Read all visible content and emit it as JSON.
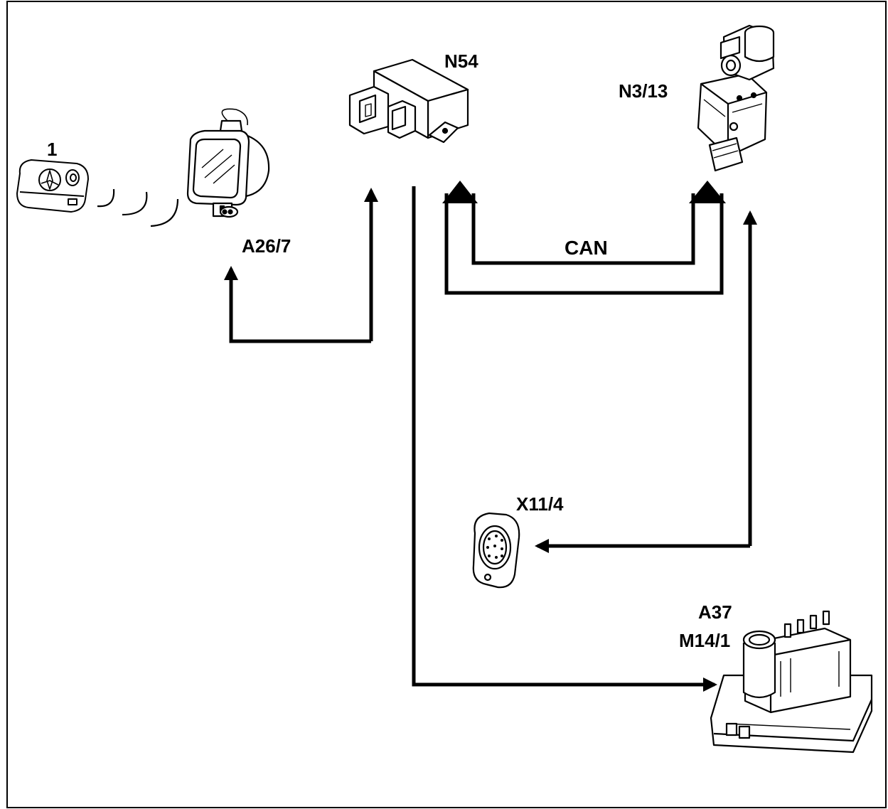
{
  "labels": {
    "key": "1",
    "mirror": "A26/7",
    "control_unit": "N54",
    "ignition_module": "N3/13",
    "can_bus": "CAN",
    "connector": "X11/4",
    "pump_line1": "A37",
    "pump_line2": "M14/1"
  },
  "colors": {
    "line": "#000000",
    "background": "#ffffff"
  },
  "icons": [
    "key-fob-icon",
    "mirror-icon",
    "control-module-icon",
    "ignition-module-icon",
    "diagnostic-connector-icon",
    "vacuum-pump-icon"
  ]
}
